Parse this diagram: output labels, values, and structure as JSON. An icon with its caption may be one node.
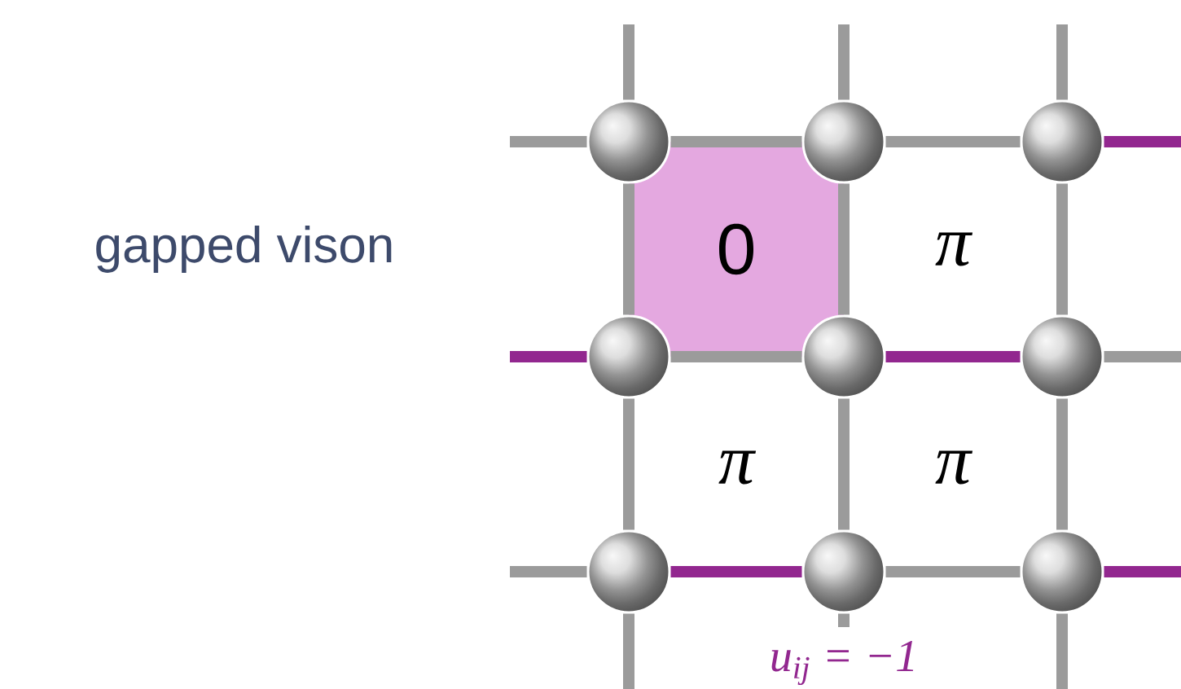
{
  "diagram": {
    "nodes": [
      {
        "text": [],
        "shape": "circle"
      },
      {
        "text": [],
        "shape": "circle"
      },
      {
        "text": [],
        "shape": "circle"
      },
      {
        "text": [
          "0"
        ]
      },
      {
        "text": [],
        "shape": "circle"
      },
      {
        "text": [],
        "shape": "circle"
      },
      {
        "text": [],
        "shape": "circle"
      },
      {
        "text": [],
        "shape": "circle"
      },
      {
        "text": [],
        "shape": "circle"
      },
      {
        "text": [],
        "shape": "circle"
      }
    ],
    "edges": [
      {
        "from": null,
        "to": 0,
        "arrow": "none"
      },
      {
        "from": null,
        "to": 1,
        "arrow": "none"
      },
      {
        "from": null,
        "to": 2,
        "arrow": "none"
      },
      {
        "from": null,
        "to": 0,
        "arrow": "none"
      },
      {
        "from": 0,
        "to": 1,
        "arrow": "none"
      },
      {
        "from": 1,
        "to": 2,
        "arrow": "none"
      },
      {
        "from": 2,
        "to": null,
        "arrow": "none",
        "color": "#92278f"
      },
      {
        "from": 0,
        "to": 4,
        "arrow": "none"
      },
      {
        "from": 1,
        "to": 5,
        "arrow": "none"
      },
      {
        "from": 2,
        "to": 6,
        "arrow": "none"
      },
      {
        "from": null,
        "to": 4,
        "arrow": "none",
        "color": "#92278f"
      },
      {
        "from": 4,
        "to": 5,
        "arrow": "none"
      },
      {
        "from": 5,
        "to": 6,
        "arrow": "none",
        "color": "#92278f"
      },
      {
        "from": 6,
        "to": null,
        "arrow": "none"
      },
      {
        "from": 4,
        "to": 7,
        "arrow": "none"
      },
      {
        "from": 5,
        "to": 8,
        "arrow": "none"
      },
      {
        "from": 6,
        "to": 9,
        "arrow": "none"
      },
      {
        "from": null,
        "to": 7,
        "arrow": "none"
      },
      {
        "from": 7,
        "to": 8,
        "arrow": "none",
        "color": "#92278f"
      },
      {
        "from": 8,
        "to": 9,
        "arrow": "none"
      },
      {
        "from": 9,
        "to": null,
        "arrow": "none",
        "color": "#92278f"
      },
      {
        "from": 7,
        "to": null,
        "arrow": "none"
      },
      {
        "from": 8,
        "to": null,
        "arrow": "none"
      },
      {
        "from": 9,
        "to": null,
        "arrow": "none"
      }
    ],
    "labels": [
      "gapped vison",
      "π",
      "π",
      "π",
      "u$_{ij}$ = −1"
    ]
  }
}
